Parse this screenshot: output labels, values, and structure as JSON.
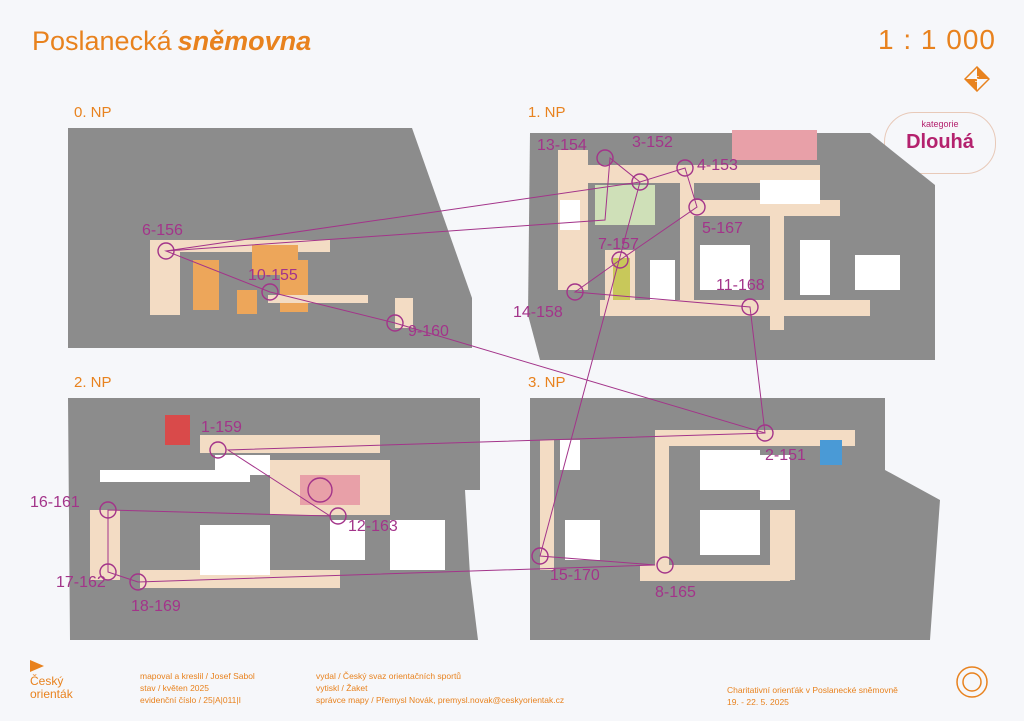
{
  "header": {
    "title_main": "Poslanecká",
    "title_italic": "sněmovna",
    "scale": "1 : 1 000",
    "category_label": "kategorie",
    "category_value": "Dlouhá"
  },
  "floors": [
    "0. NP",
    "1. NP",
    "2. NP",
    "3. NP"
  ],
  "controls": [
    "6-156",
    "10-155",
    "9-160",
    "13-154",
    "3-152",
    "4-153",
    "5-167",
    "7-157",
    "14-158",
    "11-168",
    "1-159",
    "16-161",
    "12-163",
    "17-162",
    "18-169",
    "2-151",
    "15-170",
    "8-165"
  ],
  "footer": {
    "logo_line1": "Český",
    "logo_line2": "orienták",
    "col1_line1": "mapoval a kreslil / Josef Sabol",
    "col1_line2": "stav / květen 2025",
    "col1_line3": "evidenční číslo / 25|A|011|I",
    "col2_line1": "vydal / Český svaz orientačních sportů",
    "col2_line2": "vytiskl / Žaket",
    "col2_line3": "správce mapy / Přemysl Novák, premysl.novak@ceskyorientak.cz",
    "col3_line1": "Charitativní orienťák v Poslanecké sněmovně",
    "col3_line2": "19. - 22. 5. 2025"
  },
  "colors": {
    "accent": "#e8821e",
    "course": "#a3348a",
    "building": "#8c8c8c",
    "corridor": "#f3dcc4"
  }
}
